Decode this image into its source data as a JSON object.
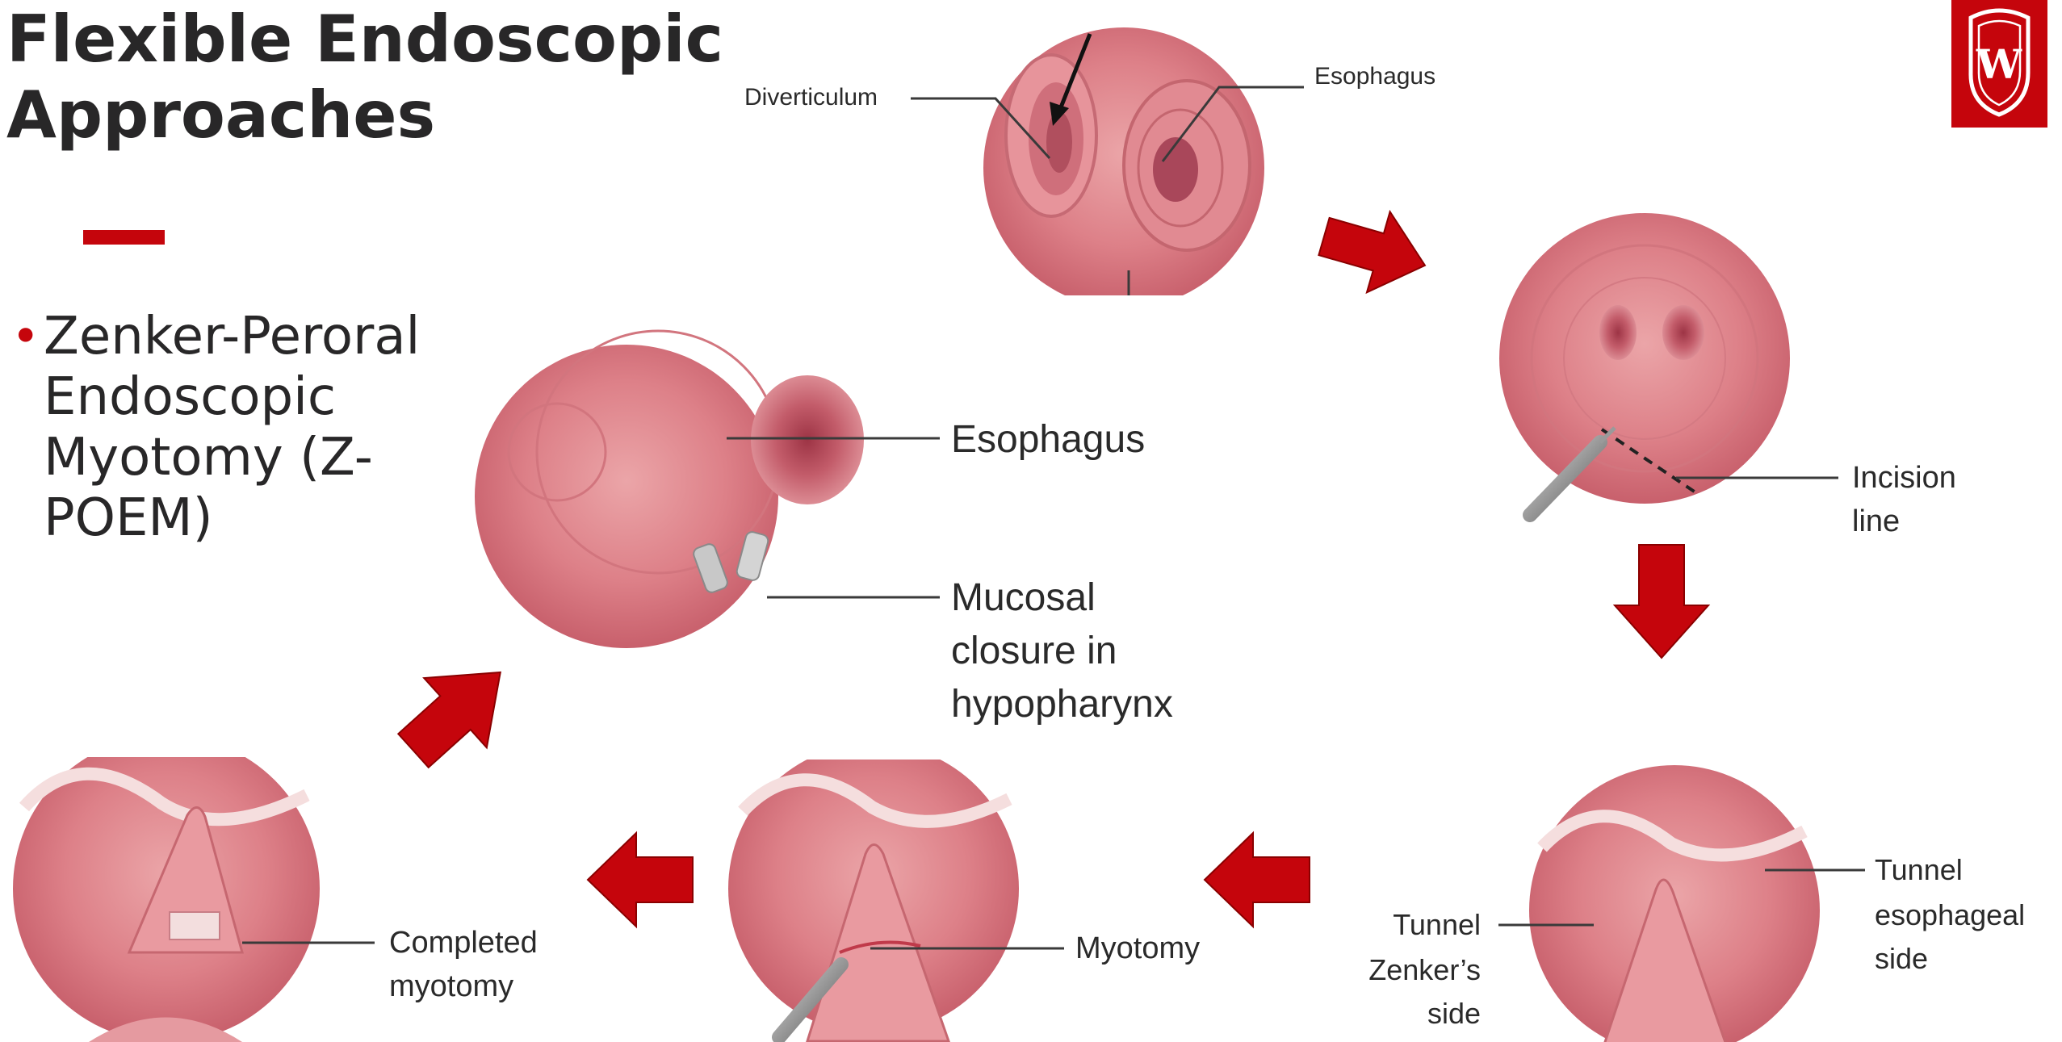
{
  "slide": {
    "title_line1": "Flexible Endoscopic",
    "title_line2": "Approaches",
    "bullet": "Zenker-Peroral Endoscopic Myotomy (Z-POEM)",
    "accent_color": "#c5050c",
    "text_color": "#282728"
  },
  "logo": {
    "icon": "uw-crest-icon",
    "letter": "W"
  },
  "panels": {
    "step1": {
      "label_diverticulum": "Diverticulum",
      "label_esophagus": "Esophagus"
    },
    "step2": {
      "label_incision_l1": "Incision",
      "label_incision_l2": "line"
    },
    "step3": {
      "label_tunnel_zenker_l1": "Tunnel",
      "label_tunnel_zenker_l2": "Zenker’s",
      "label_tunnel_zenker_l3": "side",
      "label_tunnel_eso_l1": "Tunnel",
      "label_tunnel_eso_l2": "esophageal",
      "label_tunnel_eso_l3": "side"
    },
    "step4": {
      "label_myotomy": "Myotomy"
    },
    "step5": {
      "label_completed_l1": "Completed",
      "label_completed_l2": "myotomy"
    },
    "step6": {
      "label_esophagus": "Esophagus",
      "label_closure_l1": "Mucosal",
      "label_closure_l2": "closure in",
      "label_closure_l3": "hypopharynx"
    }
  }
}
